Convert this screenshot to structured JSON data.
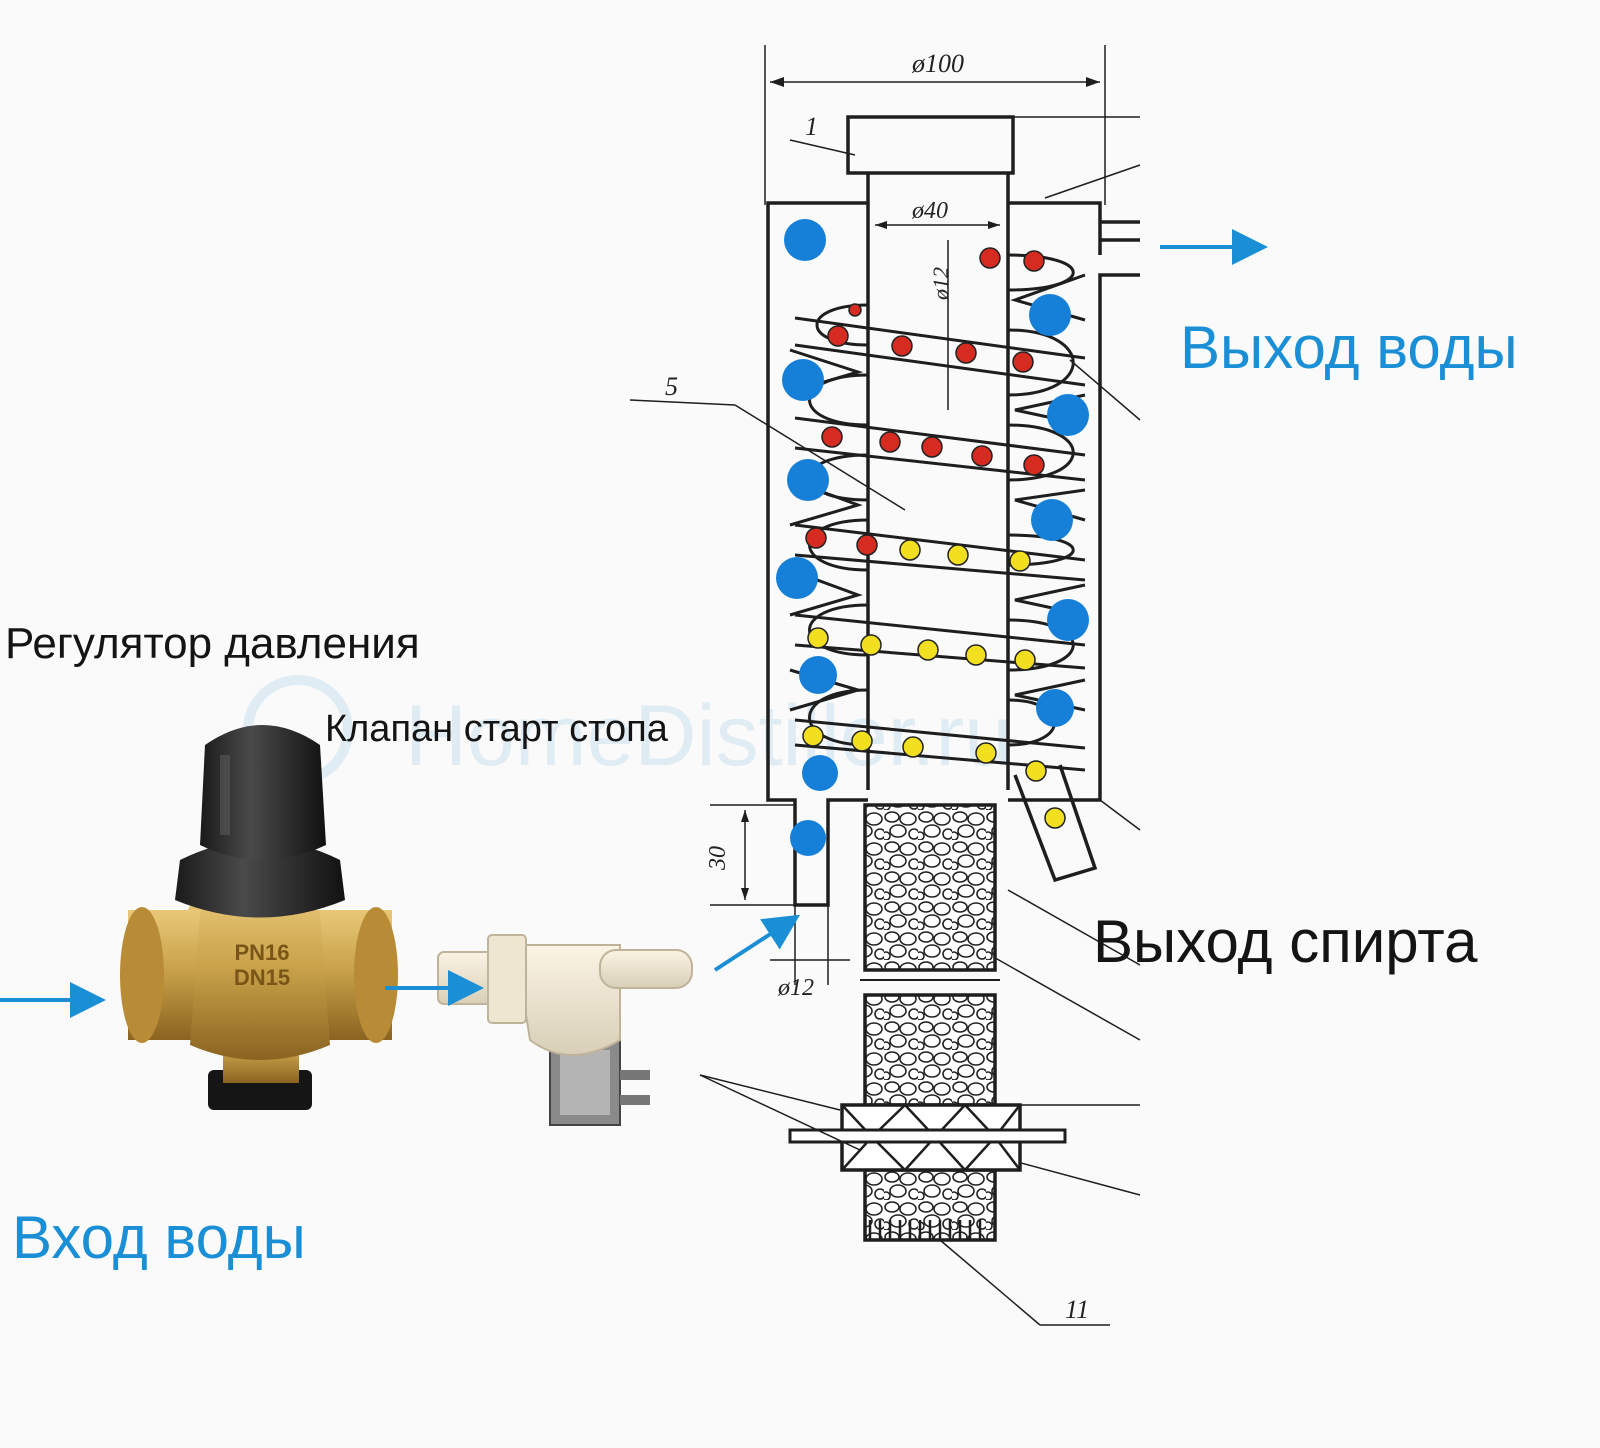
{
  "labels": {
    "water_out": "Выход воды",
    "pressure_regulator": "Регулятор давления",
    "start_stop_valve": "Клапан старт стопа",
    "alcohol_out": "Выход спирта",
    "water_in": "Вход воды"
  },
  "drawing": {
    "dim_outer": "ø100",
    "dim_inner": "ø40",
    "dim_tube": "ø12",
    "dim_inlet": "ø12",
    "dim_height": "30",
    "callout_1": "1",
    "callout_5": "5",
    "callout_11": "11"
  },
  "regulator_marking": [
    "PN16",
    "DN15"
  ],
  "watermark": "HomeDistiller.ru",
  "colors": {
    "label_blue": "#1b8fd6",
    "cold_water_dot": "#1680d8",
    "vapor_dot": "#d52b20",
    "condensate_dot": "#f2e020",
    "brass": "#c9a24a"
  }
}
